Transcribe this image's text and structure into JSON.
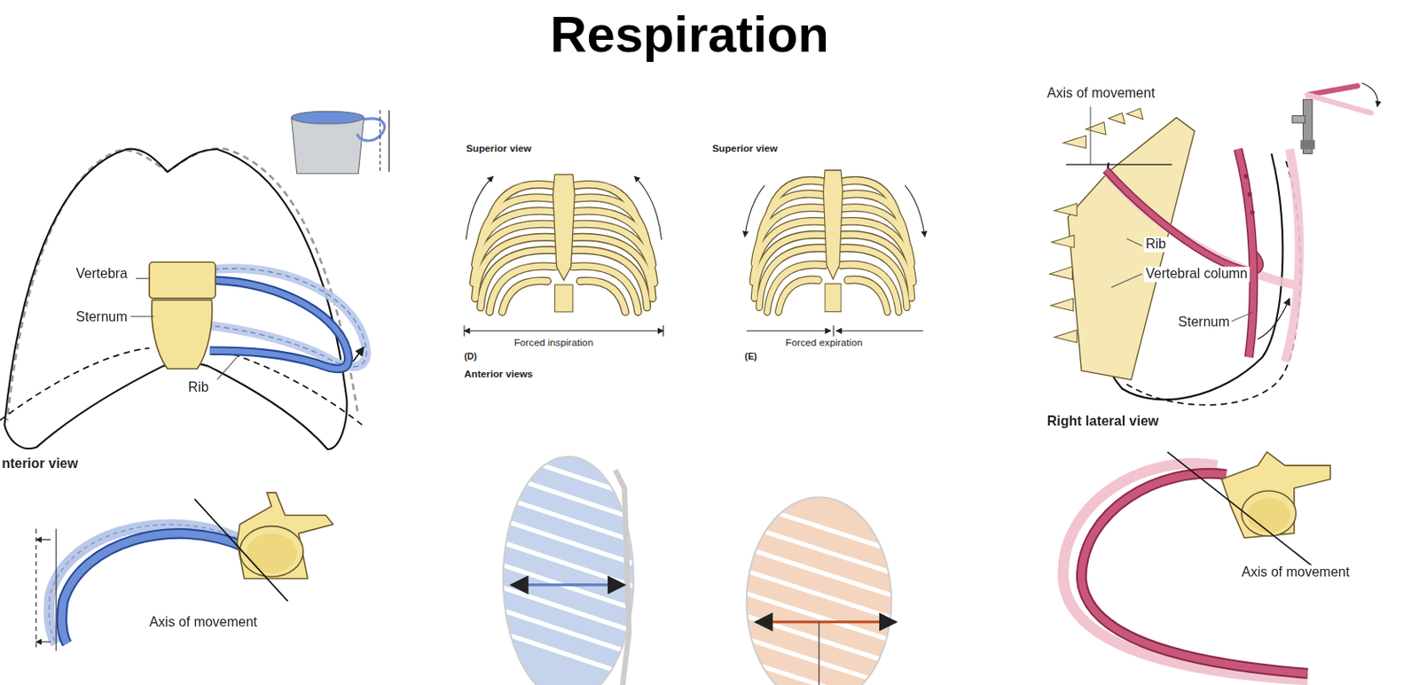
{
  "diagram": {
    "title": "Respiration",
    "labels": [
      "Vertebra",
      "Sternum",
      "Rib",
      "nterior view",
      "Axis of movement",
      "Superior view",
      "Superior view",
      "Forced inspiration",
      "(D)",
      "Anterior views",
      "Forced expiration",
      "(E)",
      "Axis of movement",
      "Rib",
      "Vertebral column",
      "Sternum",
      "Right lateral view",
      "Axis of movement"
    ]
  }
}
